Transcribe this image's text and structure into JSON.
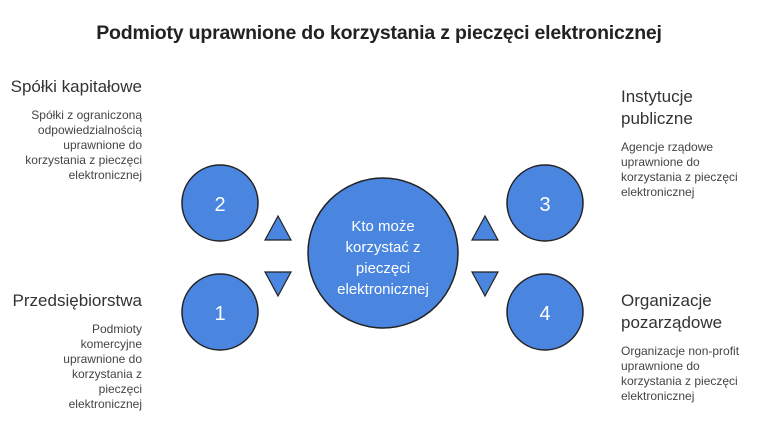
{
  "title": "Podmioty uprawnione do korzystania z pieczęci elektronicznej",
  "center": {
    "lines": [
      "Kto może",
      "korzystać z",
      "pieczęci",
      "elektronicznej"
    ]
  },
  "colors": {
    "circle_fill": "#4A86E0",
    "stroke": "#222222",
    "circle_text": "#ffffff"
  },
  "items": [
    {
      "number": "1",
      "title": "Przedsiębiorstwa",
      "description": "Podmioty komercyjne uprawnione do korzystania z pieczęci elektronicznej"
    },
    {
      "number": "2",
      "title": "Spółki kapitałowe",
      "description": "Spółki z ograniczoną odpowiedzialnością uprawnione do korzystania z pieczęci elektronicznej"
    },
    {
      "number": "3",
      "title": "Instytucje publiczne",
      "description": "Agencje rządowe uprawnione do korzystania z pieczęci elektronicznej"
    },
    {
      "number": "4",
      "title": "Organizacje pozarządowe",
      "description": "Organizacje non-profit uprawnione do korzystania z pieczęci elektronicznej"
    }
  ]
}
